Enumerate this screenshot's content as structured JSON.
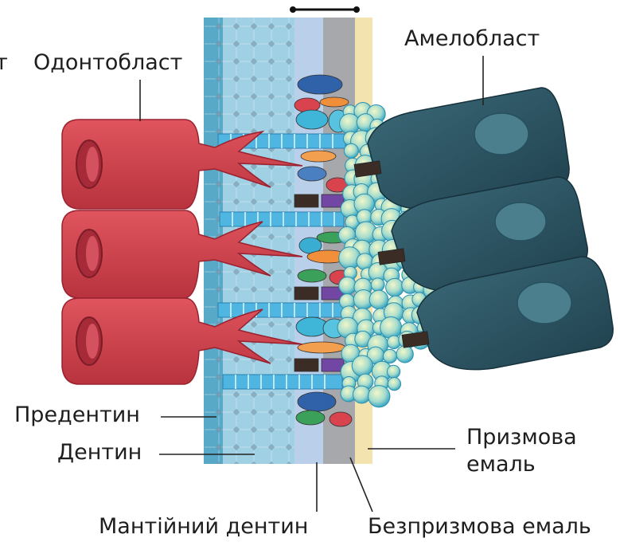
{
  "labels": {
    "odontoblast_cut": "т",
    "odontoblast": "Одонтобласт",
    "ameloblast": "Амелобласт",
    "predentin": "Предентин",
    "dentin": "Дентин",
    "prismatic_enamel_line1": "Призмова",
    "prismatic_enamel_line2": "емаль",
    "mantle_dentin": "Мантійний дентин",
    "aprismatic_enamel": "Безпризмова емаль"
  },
  "colors": {
    "odontoblast_cell": "#d6424d",
    "odontoblast_nucleus": "#b32d3a",
    "ameloblast_cell": "#2f5766",
    "predentin_band": "#5fb0cf",
    "dentin_band": "#a9d6e8",
    "mantle_dentin_band": "#b7cde8",
    "aprismatic_enamel_band": "#a9abad",
    "prismatic_enamel_band": "#f4e6b3",
    "enamel_globule": "#8fd0c5",
    "collagen_fiber": "#4fb3e0",
    "leader_line": "#222222"
  }
}
